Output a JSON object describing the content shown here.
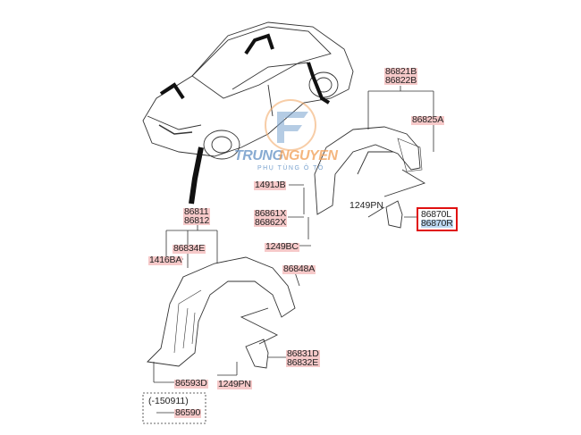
{
  "watermark": {
    "brand_part1": "TRUNG",
    "brand_part2": "NGUYEN",
    "tagline": "PHỤ TÙNG Ô TÔ"
  },
  "labels": {
    "rear_liner": [
      "86821B",
      "86822B"
    ],
    "rear_clip": "86825A",
    "clip_1491": "1491JB",
    "screw_rear": "1249PN",
    "rear_mudguard": [
      "86870L",
      "86870R"
    ],
    "bracket": [
      "86861X",
      "86862X"
    ],
    "bolt_1249bc": "1249BC",
    "front_liner": [
      "86811",
      "86812"
    ],
    "clip_86834": "86834E",
    "clip_1416": "1416BA",
    "clip_86848": "86848A",
    "front_mudguard": [
      "86831D",
      "86832E"
    ],
    "clip_86593": "86593D",
    "screw_front": "1249PN",
    "date_note": "(-150911)",
    "clip_86590": "86590"
  },
  "colors": {
    "label_bg": "#f6c9c9",
    "highlight": "#e01010",
    "selected_bg": "#bcd8f2"
  }
}
